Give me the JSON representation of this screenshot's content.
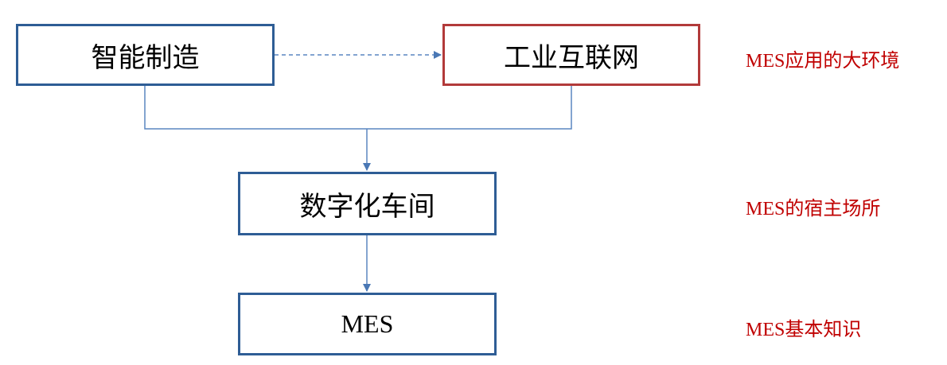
{
  "nodes": {
    "smart_manufacturing": "智能制造",
    "industrial_internet": "工业互联网",
    "digital_workshop": "数字化车间",
    "mes": "MES"
  },
  "annotations": {
    "environment": "MES应用的大环境",
    "host": "MES的宿主场所",
    "basics": "MES基本知识"
  },
  "colors": {
    "box_border_blue": "#2e5d95",
    "box_border_red": "#b23a3a",
    "connector": "#5a86c0",
    "annotation_text": "#c00000"
  }
}
